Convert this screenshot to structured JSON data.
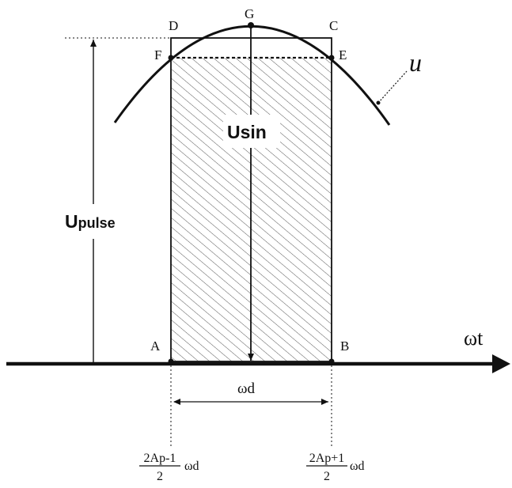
{
  "points": {
    "A": "A",
    "B": "B",
    "C": "C",
    "D": "D",
    "E": "E",
    "F": "F",
    "G": "G"
  },
  "labels": {
    "curve": "u",
    "axis": "ωt",
    "u_sin": "Usin",
    "u_pulse_main": "U",
    "u_pulse_sub": "pulse",
    "width": "ωd"
  },
  "ticks": {
    "left": {
      "numerator": "2Ap-1",
      "denominator": "2",
      "suffix": "ωd"
    },
    "right": {
      "numerator": "2Ap+1",
      "denominator": "2",
      "suffix": "ωd"
    }
  },
  "colors": {
    "stroke": "#111111",
    "background": "#ffffff"
  }
}
